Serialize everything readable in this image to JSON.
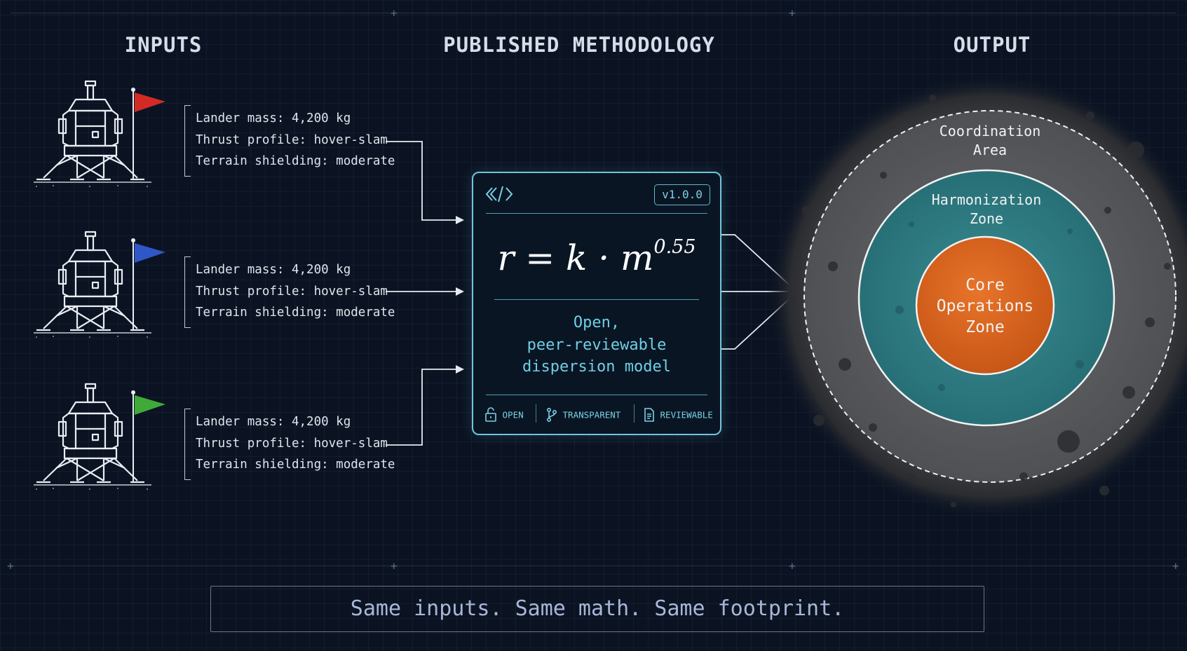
{
  "headings": {
    "inputs": "INPUTS",
    "methodology": "PUBLISHED METHODOLOGY",
    "output": "OUTPUT"
  },
  "landers": [
    {
      "flag_color": "#d42a26",
      "params": [
        "Lander mass: 4,200 kg",
        "Thrust profile: hover-slam",
        "Terrain shielding: moderate"
      ]
    },
    {
      "flag_color": "#2f57c8",
      "params": [
        "Lander mass: 4,200 kg",
        "Thrust profile: hover-slam",
        "Terrain shielding: moderate"
      ]
    },
    {
      "flag_color": "#3faa38",
      "params": [
        "Lander mass: 4,200 kg",
        "Thrust profile: hover-slam",
        "Terrain shielding: moderate"
      ]
    }
  ],
  "card": {
    "code_icon": "code-icon",
    "version": "v1.0.0",
    "formula_left": "r = k · m",
    "formula_exponent": "0.55",
    "description": [
      "Open,",
      "peer-reviewable",
      "dispersion model"
    ],
    "tags": [
      {
        "icon": "lock-open-icon",
        "label": "OPEN"
      },
      {
        "icon": "branch-icon",
        "label": "TRANSPARENT"
      },
      {
        "icon": "document-icon",
        "label": "REVIEWABLE"
      }
    ]
  },
  "zones": {
    "outer": [
      "Coordination",
      "Area"
    ],
    "middle": [
      "Harmonization",
      "Zone"
    ],
    "inner": [
      "Core",
      "Operations",
      "Zone"
    ]
  },
  "colors": {
    "accent": "#6fc6d8",
    "middle_zone": "#2e7f86",
    "inner_zone": "#d8651e",
    "regolith": "#5d5f63"
  },
  "footer": "Same inputs. Same math. Same footprint."
}
